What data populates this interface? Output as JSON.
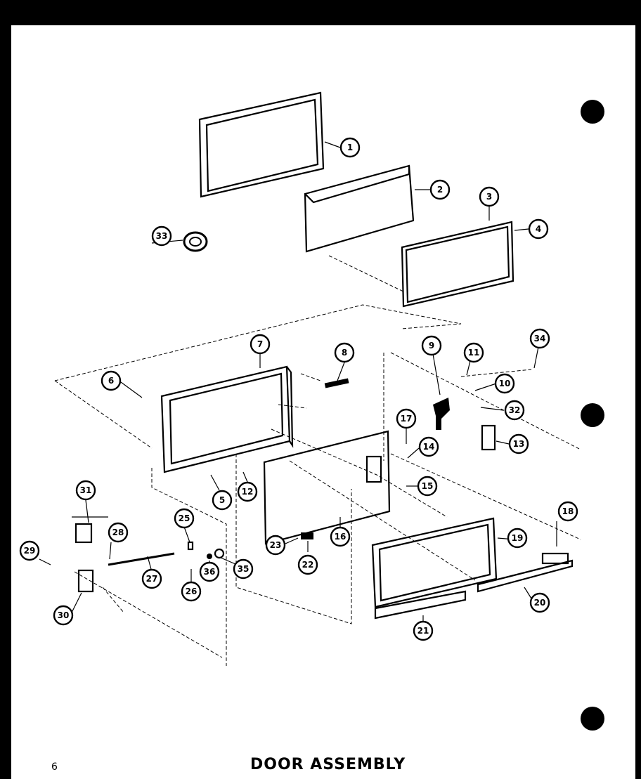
{
  "page": {
    "number": "6",
    "title": "DOOR ASSEMBLY"
  },
  "callouts": [
    "1",
    "2",
    "3",
    "4",
    "5",
    "6",
    "7",
    "8",
    "9",
    "10",
    "11",
    "12",
    "13",
    "14",
    "15",
    "16",
    "17",
    "18",
    "19",
    "20",
    "21",
    "22",
    "23",
    "25",
    "26",
    "27",
    "28",
    "29",
    "30",
    "31",
    "32",
    "33",
    "34",
    "35",
    "36"
  ],
  "colors": {
    "ink": "#000000",
    "paper": "#ffffff",
    "background": "#000000"
  }
}
